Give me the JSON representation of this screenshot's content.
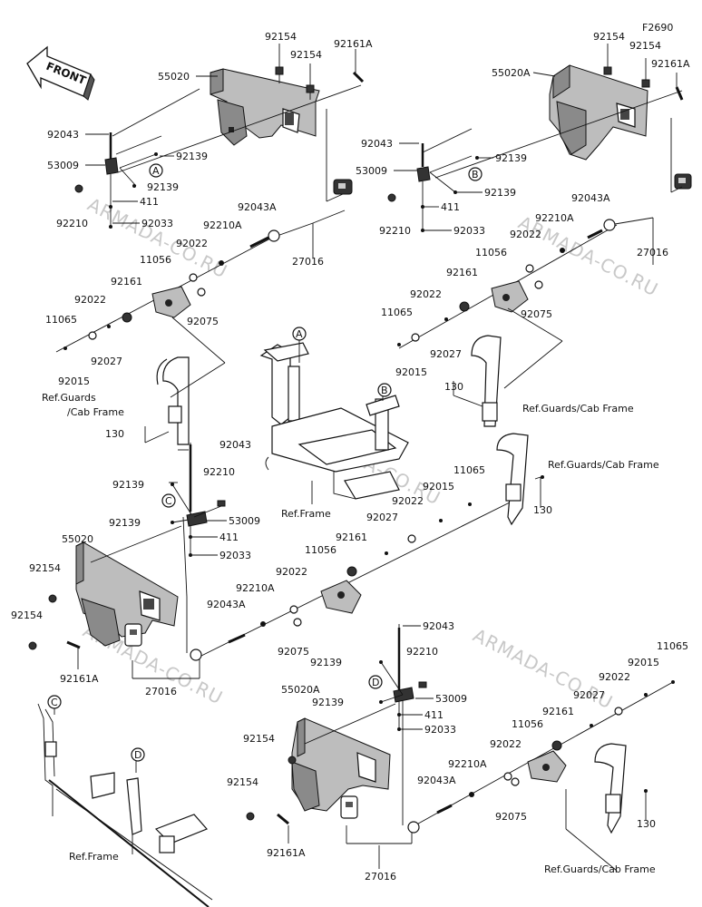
{
  "figure_code": "F2690",
  "watermark": "ARMADA-CO.RU",
  "front_label": "FRONT",
  "refs": {
    "A": "A",
    "B": "B",
    "C": "C",
    "D": "D"
  },
  "ref_texts": {
    "frame": "Ref.Frame",
    "guards_line1": "Ref.Guards",
    "guards_line2": "/Cab Frame",
    "guards_cab": "Ref.Guards/Cab Frame"
  },
  "part_numbers": {
    "p55020": "55020",
    "p55020A": "55020A",
    "p92154": "92154",
    "p92161A": "92161A",
    "p92043": "92043",
    "p53009": "53009",
    "p92139": "92139",
    "p411": "411",
    "p92210": "92210",
    "p92033": "92033",
    "p92043A": "92043A",
    "p92210A": "92210A",
    "p92022": "92022",
    "p11056": "11056",
    "p92161": "92161",
    "p92075": "92075",
    "p11065": "11065",
    "p92027": "92027",
    "p92015": "92015",
    "p130": "130",
    "p27016": "27016"
  }
}
